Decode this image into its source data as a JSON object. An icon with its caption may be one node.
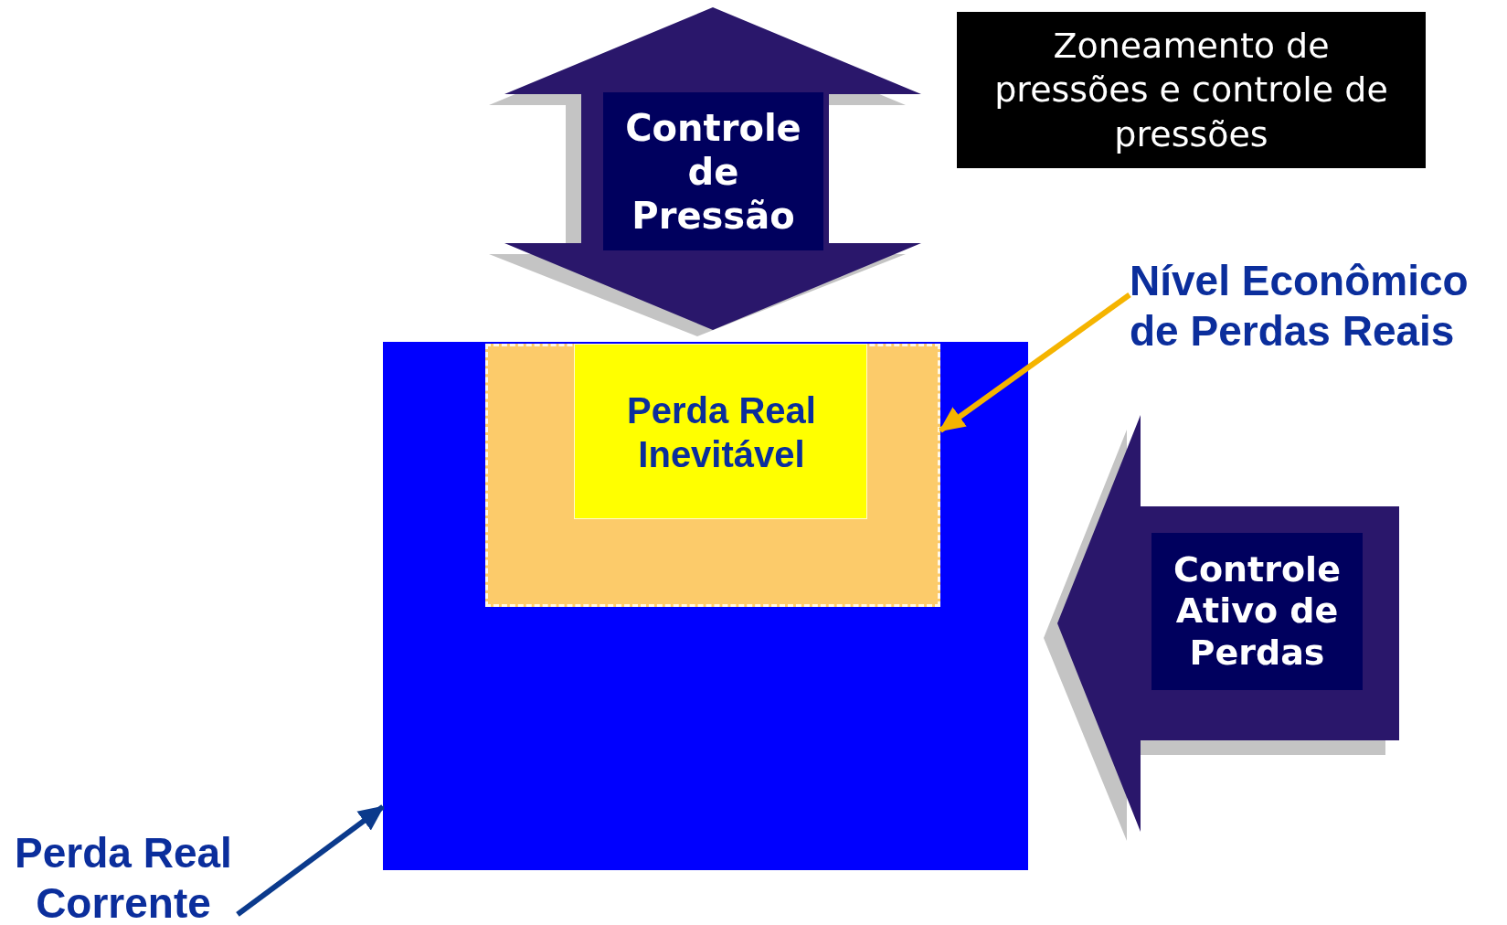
{
  "diagram": {
    "nodes": [
      {
        "text": [
          "Controle de Pressão"
        ]
      },
      {
        "text": [
          "Zoneamento de pressões e controle de pressões"
        ]
      },
      {
        "text": [
          "Nível Econômico de Perdas Reais"
        ]
      },
      {
        "text": [],
        "shape": "box"
      },
      {
        "text": [],
        "shape": "box",
        "in": 3
      },
      {
        "text": [
          "Perda Real Inevitável"
        ],
        "in": 4
      },
      {
        "text": [
          "Controle Ativo de Perdas"
        ]
      },
      {
        "text": [
          "Perda Real Corrente"
        ]
      }
    ],
    "edges": [
      {
        "from": 2,
        "to": 4,
        "arrow": "to",
        "color": "#f5b400"
      },
      {
        "from": 7,
        "to": 3,
        "arrow": "to",
        "color": "#0b3a8c"
      }
    ]
  }
}
